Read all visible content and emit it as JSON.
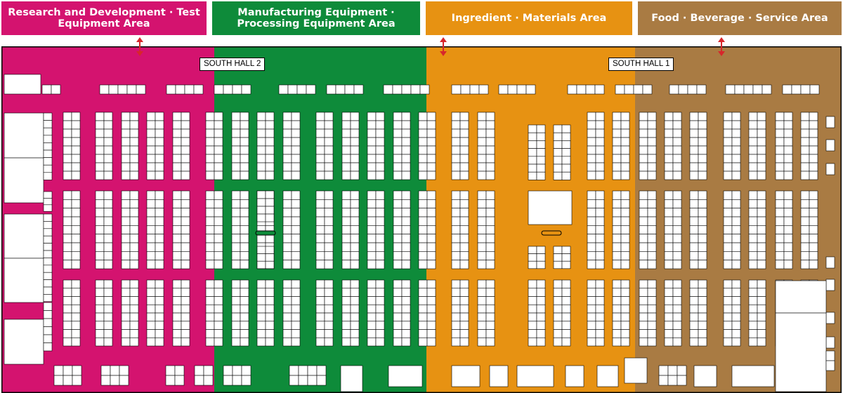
{
  "zones": [
    {
      "id": "rnd",
      "label": "Research and Development · Test Equipment Area",
      "color": "#d4136f"
    },
    {
      "id": "mfg",
      "label": "Manufacturing Equipment · Processing Equipment Area",
      "color": "#0e8b3a"
    },
    {
      "id": "ing",
      "label": "Ingredient · Materials Area",
      "color": "#e79212"
    },
    {
      "id": "fbs",
      "label": "Food · Beverage · Service Area",
      "color": "#a97b43"
    }
  ],
  "halls": [
    {
      "id": "south-hall-2",
      "label": "SOUTH HALL 2"
    },
    {
      "id": "south-hall-1",
      "label": "SOUTH HALL 1"
    }
  ],
  "colors": {
    "booth": "#ffffff",
    "outline": "#000000",
    "connector_arrow": "#d7262b"
  }
}
